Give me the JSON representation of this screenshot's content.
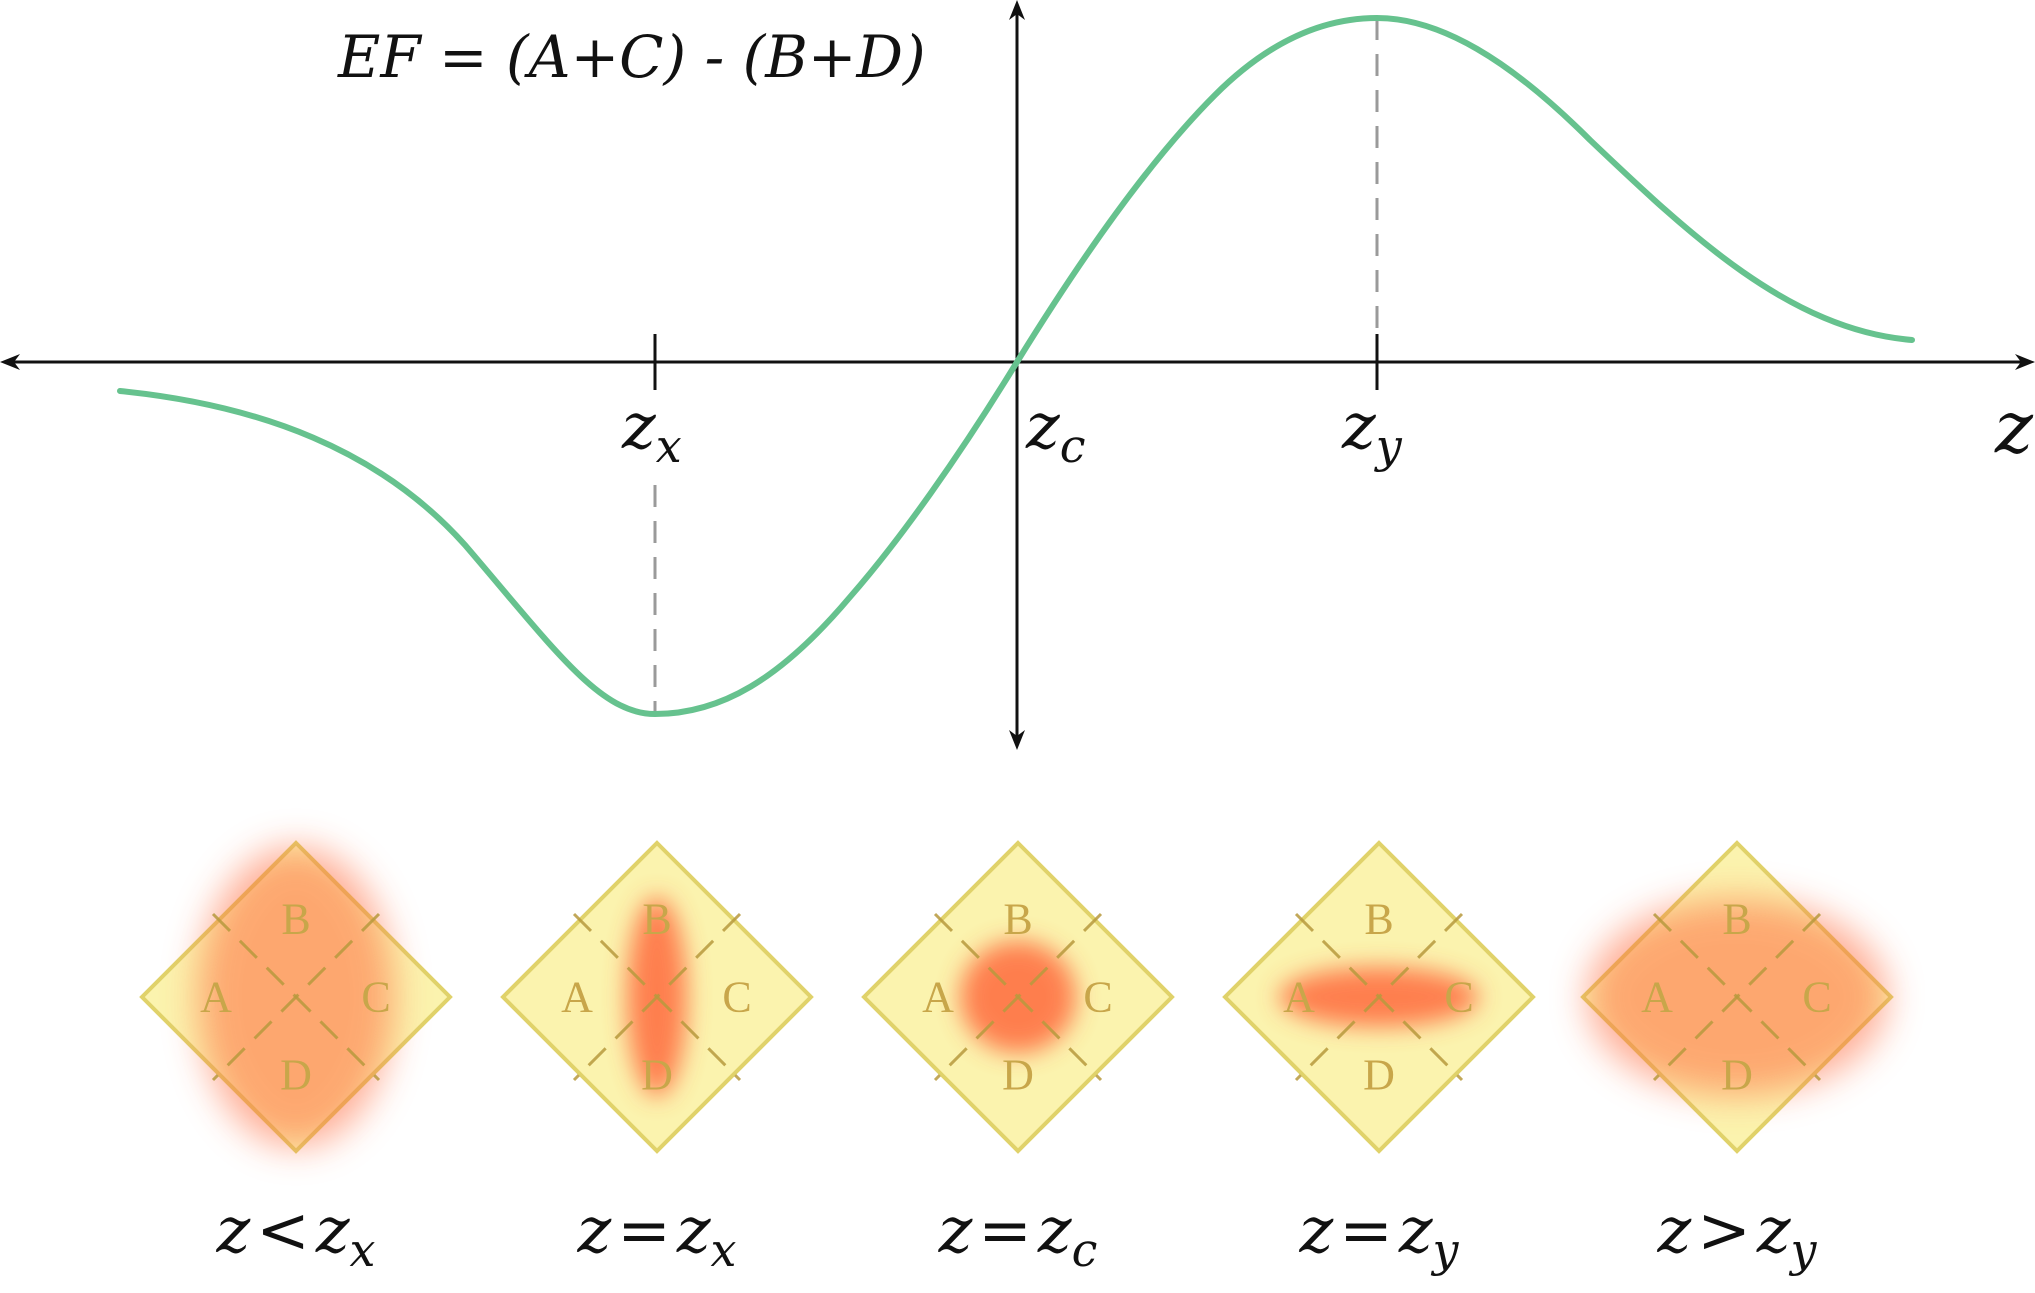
{
  "formula": "EF = (A+C) - (B+D)",
  "axis": {
    "x_label": "z",
    "ticks": [
      {
        "id": "zx",
        "base": "z",
        "sub": "x"
      },
      {
        "id": "zc",
        "base": "z",
        "sub": "c"
      },
      {
        "id": "zy",
        "base": "z",
        "sub": "y"
      }
    ]
  },
  "quadrant_labels": {
    "top": "B",
    "left": "A",
    "right": "C",
    "bottom": "D"
  },
  "spot_states": [
    {
      "base": "z",
      "op": "<",
      "rhs": "z",
      "sub": "x"
    },
    {
      "base": "z",
      "op": "=",
      "rhs": "z",
      "sub": "x"
    },
    {
      "base": "z",
      "op": "=",
      "rhs": "z",
      "sub": "c"
    },
    {
      "base": "z",
      "op": "=",
      "rhs": "z",
      "sub": "y"
    },
    {
      "base": "z",
      "op": ">",
      "rhs": "z",
      "sub": "y"
    }
  ],
  "colors": {
    "curve": "#66c28e",
    "axis": "#111111",
    "guide": "#9a9a9a",
    "quad_fill": "#fbf3ae",
    "quad_stroke": "#e0d26a",
    "spot": "#ff6a3d",
    "quad_text": "#c8a64a"
  }
}
